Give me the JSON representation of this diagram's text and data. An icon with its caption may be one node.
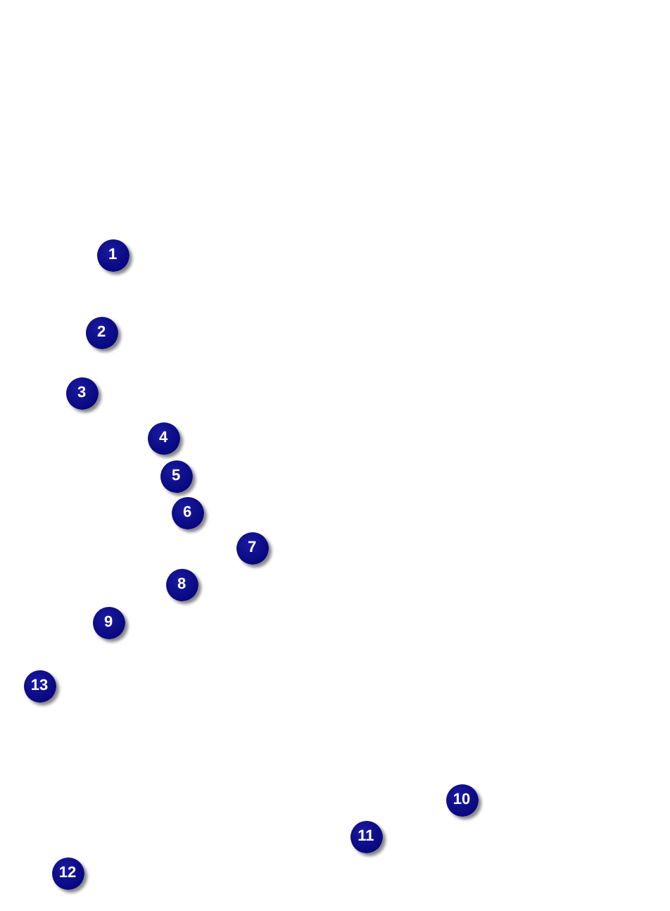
{
  "diagram": {
    "nodes": [
      {
        "text": [
          "1"
        ]
      },
      {
        "text": [
          "2"
        ]
      },
      {
        "text": [
          "3"
        ]
      },
      {
        "text": [
          "4"
        ]
      },
      {
        "text": [
          "5"
        ]
      },
      {
        "text": [
          "6"
        ]
      },
      {
        "text": [
          "7"
        ]
      },
      {
        "text": [
          "8"
        ]
      },
      {
        "text": [
          "9"
        ]
      },
      {
        "text": [
          "13"
        ]
      },
      {
        "text": [
          "10"
        ]
      },
      {
        "text": [
          "11"
        ]
      },
      {
        "text": [
          "12"
        ]
      }
    ]
  }
}
